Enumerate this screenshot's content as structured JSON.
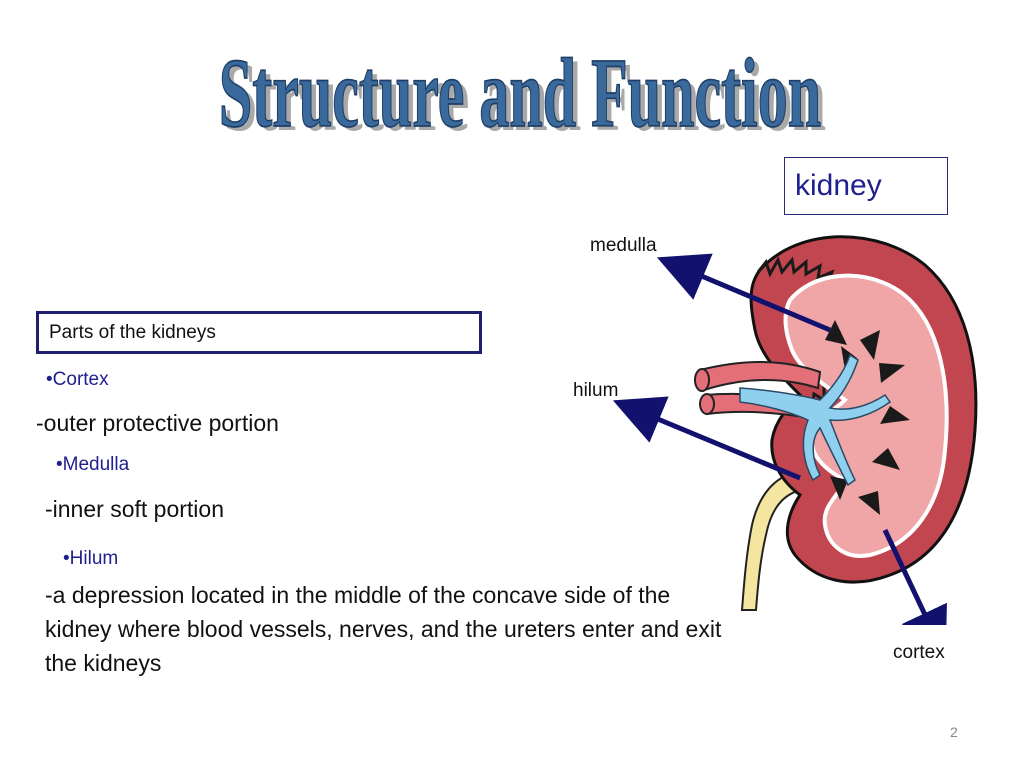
{
  "title": "Structure and Function",
  "kidney_label": "kidney",
  "parts_header": "Parts of the kidneys",
  "parts": [
    {
      "bullet": "•Cortex",
      "description": "-outer protective portion"
    },
    {
      "bullet": "•Medulla",
      "description": "-inner soft portion"
    },
    {
      "bullet": "•Hilum",
      "description": "-a depression located in the middle of the concave side of the kidney where blood vessels, nerves, and the ureters enter and exit the kidneys"
    }
  ],
  "diagram": {
    "labels": {
      "medulla": "medulla",
      "hilum": "hilum",
      "cortex": "cortex"
    },
    "colors": {
      "arrow": "#12126e",
      "outer": "#c24650",
      "inner": "#f0a6a6",
      "pyramid": "#1a1a1a",
      "vessel_blue": "#8fd0ee",
      "vessel_red": "#e36f78",
      "ureter": "#f4e6a0"
    }
  },
  "page_number": "2",
  "colors": {
    "title_fill": "#3a6a9c",
    "title_shadow": "#a9a9a9",
    "text_blue": "#1f1f8f"
  }
}
